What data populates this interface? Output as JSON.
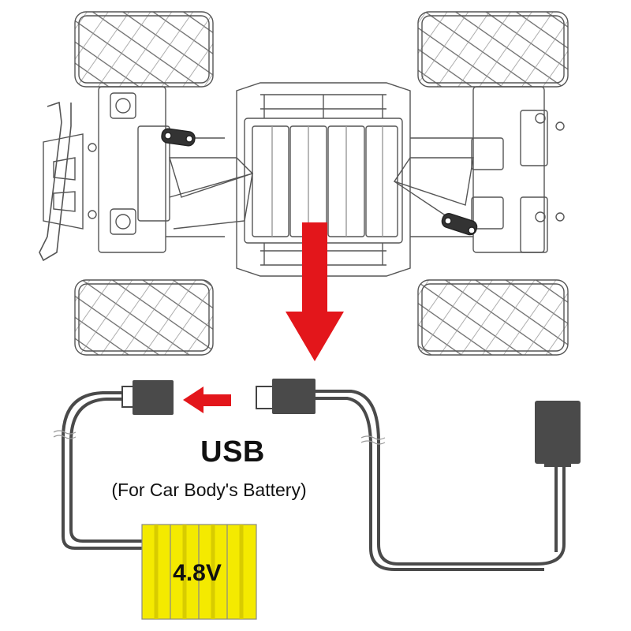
{
  "diagram": {
    "usb_label": "USB",
    "usb_note": "(For Car Body's Battery)",
    "battery_voltage": "4.8V",
    "colors": {
      "arrow": "#e3161b",
      "cable": "#4a4a4a",
      "battery": "#f4ea00",
      "outline": "#555555"
    },
    "icons": [
      "rc-car-chassis-illustration",
      "down-arrow-icon",
      "left-arrow-icon",
      "usb-connector-icon",
      "battery-pack-icon"
    ]
  }
}
